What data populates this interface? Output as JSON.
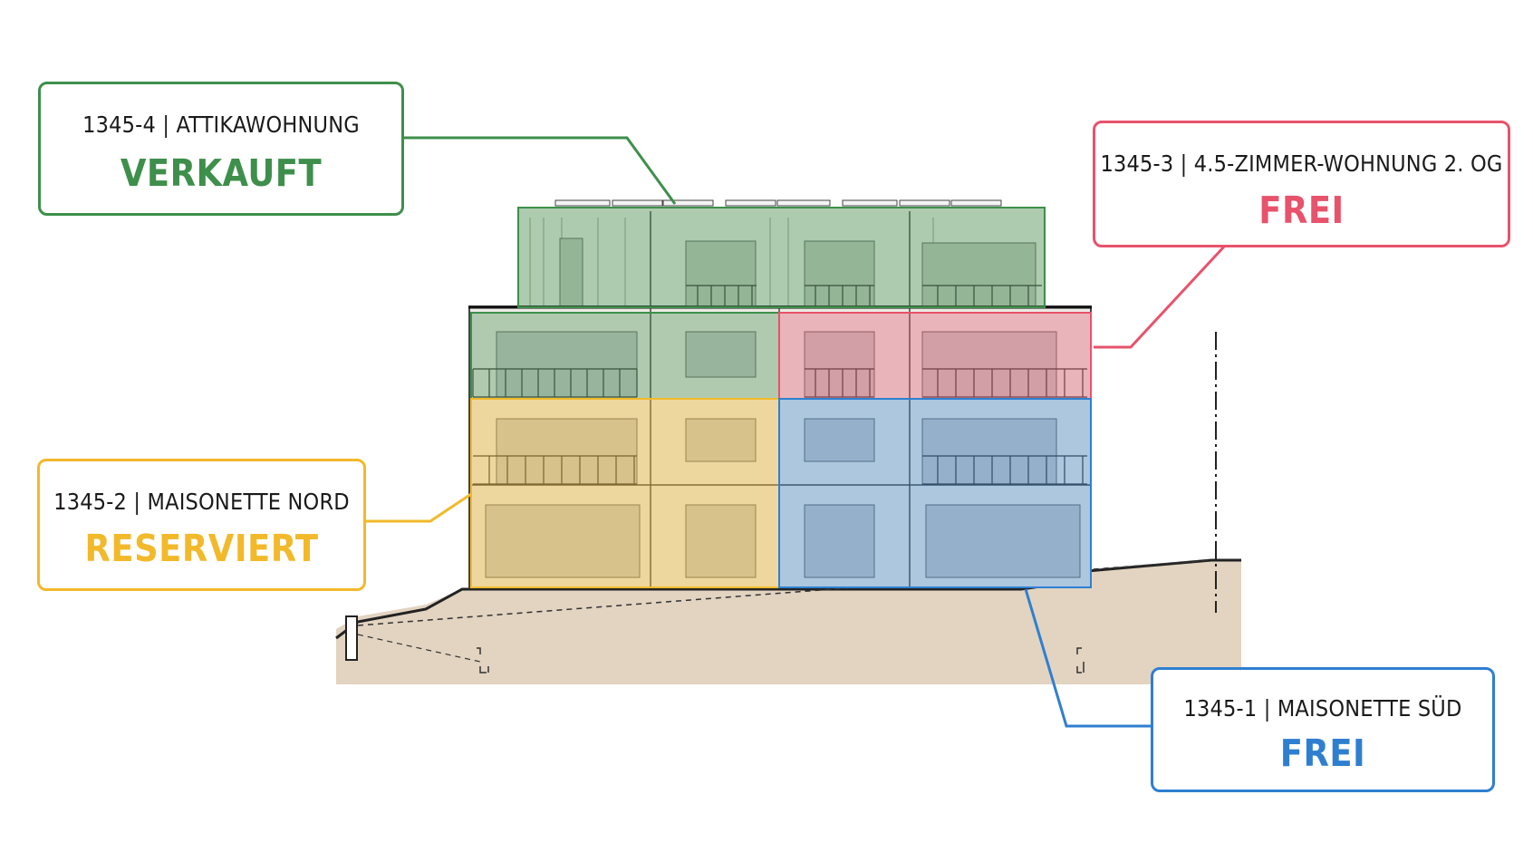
{
  "colors": {
    "green": "#3e8f4b",
    "red": "#e8526b",
    "yellow": "#f2b92a",
    "blue": "#2f7fd0",
    "ground": "#e2d4c1",
    "line": "#333333"
  },
  "units": [
    {
      "id": "1345-4",
      "label": "1345-4 | ATTIKAWOHNUNG",
      "status": "VERKAUFT",
      "color": "#3e8f4b"
    },
    {
      "id": "1345-3",
      "label": "1345-3 | 4.5-ZIMMER-WOHNUNG 2. OG",
      "status": "FREI",
      "color": "#e8526b"
    },
    {
      "id": "1345-2",
      "label": "1345-2 | MAISONETTE NORD",
      "status": "RESERVIERT",
      "color": "#f2b92a"
    },
    {
      "id": "1345-1",
      "label": "1345-1 | MAISONETTE SÜD",
      "status": "FREI",
      "color": "#2f7fd0"
    }
  ]
}
